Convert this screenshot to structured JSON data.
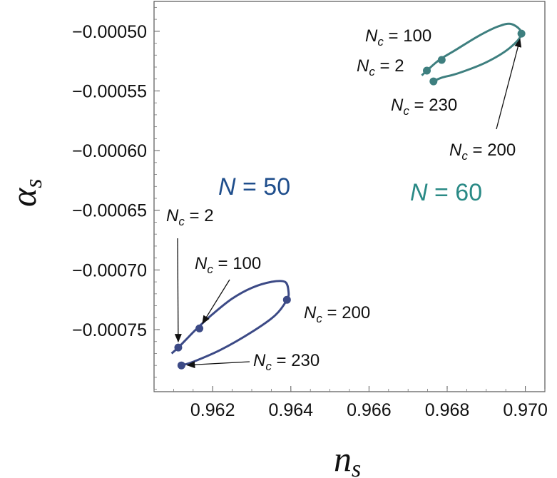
{
  "chart_data": {
    "type": "line",
    "xlabel": "n",
    "xlabel_sub": "s",
    "ylabel": "α",
    "ylabel_sub": "s",
    "xlim": [
      0.9605,
      0.9705
    ],
    "ylim": [
      -0.000802,
      -0.000475
    ],
    "x_ticks": [
      0.962,
      0.964,
      0.966,
      0.968,
      0.97
    ],
    "x_tick_labels": [
      "0.962",
      "0.964",
      "0.966",
      "0.968",
      "0.970"
    ],
    "y_ticks": [
      -0.0005,
      -0.00055,
      -0.0006,
      -0.00065,
      -0.0007,
      -0.00075
    ],
    "y_tick_labels": [
      "−0.00050",
      "−0.00055",
      "−0.00060",
      "−0.00065",
      "−0.00070",
      "−0.00075"
    ],
    "grid": false,
    "series": [
      {
        "name": "N = 50",
        "color": "#3c4a86",
        "label_color": "#1f4e8c",
        "curve": [
          [
            0.96095,
            -0.00077
          ],
          [
            0.96112,
            -0.000765
          ],
          [
            0.9613,
            -0.000759
          ],
          [
            0.9616,
            -0.000749
          ],
          [
            0.962,
            -0.000737
          ],
          [
            0.9625,
            -0.000724
          ],
          [
            0.963,
            -0.000715
          ],
          [
            0.9635,
            -0.00071
          ],
          [
            0.96385,
            -0.00071
          ],
          [
            0.96394,
            -0.000718
          ],
          [
            0.9639,
            -0.000725
          ],
          [
            0.9636,
            -0.000738
          ],
          [
            0.963,
            -0.000752
          ],
          [
            0.9622,
            -0.000767
          ],
          [
            0.9615,
            -0.000777
          ],
          [
            0.9612,
            -0.00078
          ]
        ],
        "points": [
          {
            "label": "N",
            "sub": "c",
            "value": "= 2",
            "x": 0.96112,
            "y": -0.000765
          },
          {
            "label": "N",
            "sub": "c",
            "value": "= 100",
            "x": 0.96166,
            "y": -0.000749
          },
          {
            "label": "N",
            "sub": "c",
            "value": "= 200",
            "x": 0.9639,
            "y": -0.000725
          },
          {
            "label": "N",
            "sub": "c",
            "value": "= 230",
            "x": 0.9612,
            "y": -0.00078
          }
        ]
      },
      {
        "name": "N = 60",
        "color": "#3e7f7f",
        "label_color": "#2a8a86",
        "curve": [
          [
            0.96735,
            -0.000537
          ],
          [
            0.96748,
            -0.000533
          ],
          [
            0.9678,
            -0.000524
          ],
          [
            0.9682,
            -0.000516
          ],
          [
            0.9688,
            -0.000504
          ],
          [
            0.9693,
            -0.000496
          ],
          [
            0.96965,
            -0.000494
          ],
          [
            0.9699,
            -0.000502
          ],
          [
            0.9696,
            -0.000514
          ],
          [
            0.969,
            -0.000526
          ],
          [
            0.9683,
            -0.000535
          ],
          [
            0.96785,
            -0.000539
          ],
          [
            0.96765,
            -0.000542
          ]
        ],
        "points": [
          {
            "label": "N",
            "sub": "c",
            "value": "= 2",
            "x": 0.96748,
            "y": -0.000533
          },
          {
            "label": "N",
            "sub": "c",
            "value": "= 100",
            "x": 0.96786,
            "y": -0.000524
          },
          {
            "label": "N",
            "sub": "c",
            "value": "= 200",
            "x": 0.9699,
            "y": -0.000502
          },
          {
            "label": "N",
            "sub": "c",
            "value": "= 230",
            "x": 0.96765,
            "y": -0.000542
          }
        ]
      }
    ],
    "series_labels": [
      {
        "text": "N = 50",
        "series": 0
      },
      {
        "text": "N = 60",
        "series": 1
      }
    ]
  }
}
